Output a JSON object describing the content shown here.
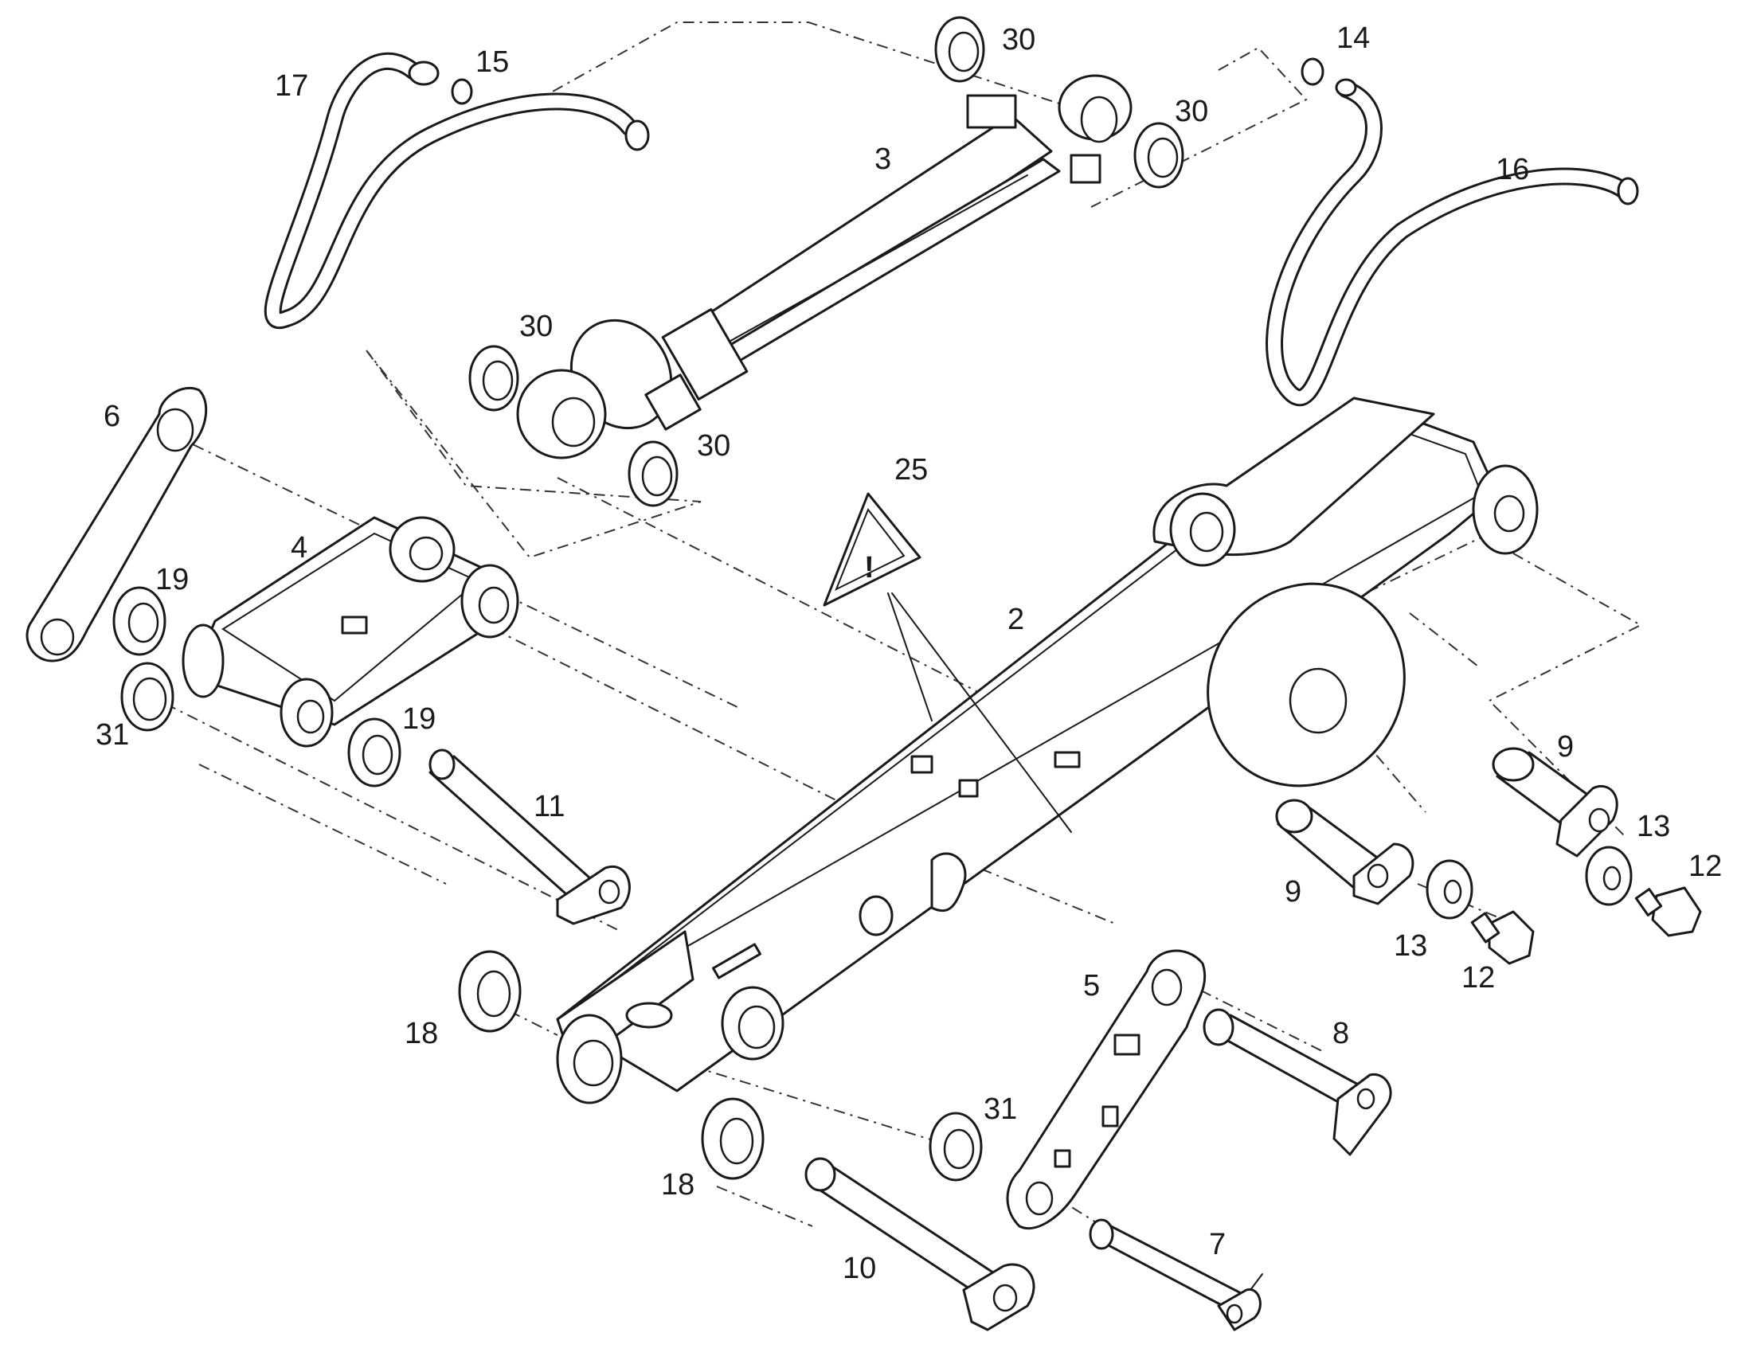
{
  "diagram": {
    "type": "exploded-parts-view",
    "callouts": [
      "2",
      "3",
      "4",
      "5",
      "6",
      "7",
      "8",
      "9",
      "9",
      "10",
      "11",
      "12",
      "12",
      "13",
      "13",
      "14",
      "15",
      "16",
      "17",
      "18",
      "18",
      "19",
      "19",
      "25",
      "30",
      "30",
      "30",
      "30",
      "31",
      "31"
    ],
    "warning_symbol": {
      "glyph": "!",
      "callout": "25"
    },
    "icons": [
      "warning-triangle-icon"
    ]
  }
}
